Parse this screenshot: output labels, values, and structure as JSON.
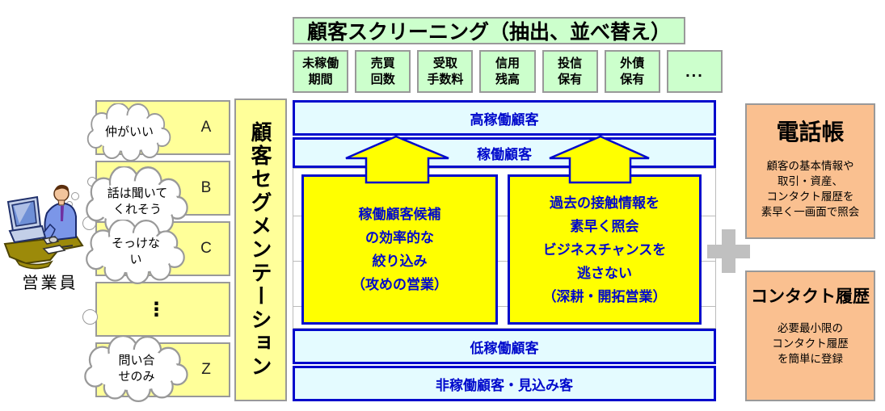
{
  "colors": {
    "accent_blue": "#0009cc",
    "light_cyan": "#e4fbff",
    "bright_yellow": "#ffff00",
    "light_yellow": "#ffff99",
    "light_green": "#ccffcc",
    "orange": "#fac090",
    "plus_gray": "#c0c0c0"
  },
  "screening": {
    "title": "顧客スクリーニング（抽出、並べ替え）",
    "criteria": [
      [
        "未稼働",
        "期間"
      ],
      [
        "売買",
        "回数"
      ],
      [
        "受取",
        "手数料"
      ],
      [
        "信用",
        "残高"
      ],
      [
        "投信",
        "保有"
      ],
      [
        "外債",
        "保有"
      ],
      [
        "..."
      ]
    ]
  },
  "sales_rep": {
    "label": "営業員"
  },
  "segments": {
    "bar_label": "顧客セグメンテーション",
    "rows": [
      {
        "letter": "A",
        "bubble": [
          "仲がいい"
        ]
      },
      {
        "letter": "B",
        "bubble": [
          "話は聞いて",
          "くれそう"
        ]
      },
      {
        "letter": "C",
        "bubble": [
          "そっけな",
          "い"
        ]
      },
      {
        "dots": "⋮"
      },
      {
        "letter": "Z",
        "bubble": [
          "問い合",
          "せのみ"
        ]
      }
    ]
  },
  "tiers": {
    "high": "高稼働顧客",
    "active": "稼働顧客",
    "low": "低稼働顧客",
    "inactive": "非稼働顧客・見込み客"
  },
  "strategies": [
    {
      "lines": [
        "稼働顧客候補",
        "の効率的な",
        "絞り込み",
        "（攻めの営業）"
      ]
    },
    {
      "lines": [
        "過去の接触情報を",
        "素早く照会",
        "ビジネスチャンスを",
        "逃さない",
        "（深耕・開拓営業）"
      ]
    }
  ],
  "tools": {
    "phonebook": {
      "title": "電話帳",
      "lines": [
        "顧客の基本情報や",
        "取引・資産、",
        "コンタクト履歴を",
        "素早く一画面で照会"
      ]
    },
    "plus_icon": "+",
    "contact_history": {
      "title": "コンタクト履歴",
      "lines": [
        "必要最小限の",
        "コンタクト履歴",
        "を簡単に登録"
      ]
    }
  }
}
